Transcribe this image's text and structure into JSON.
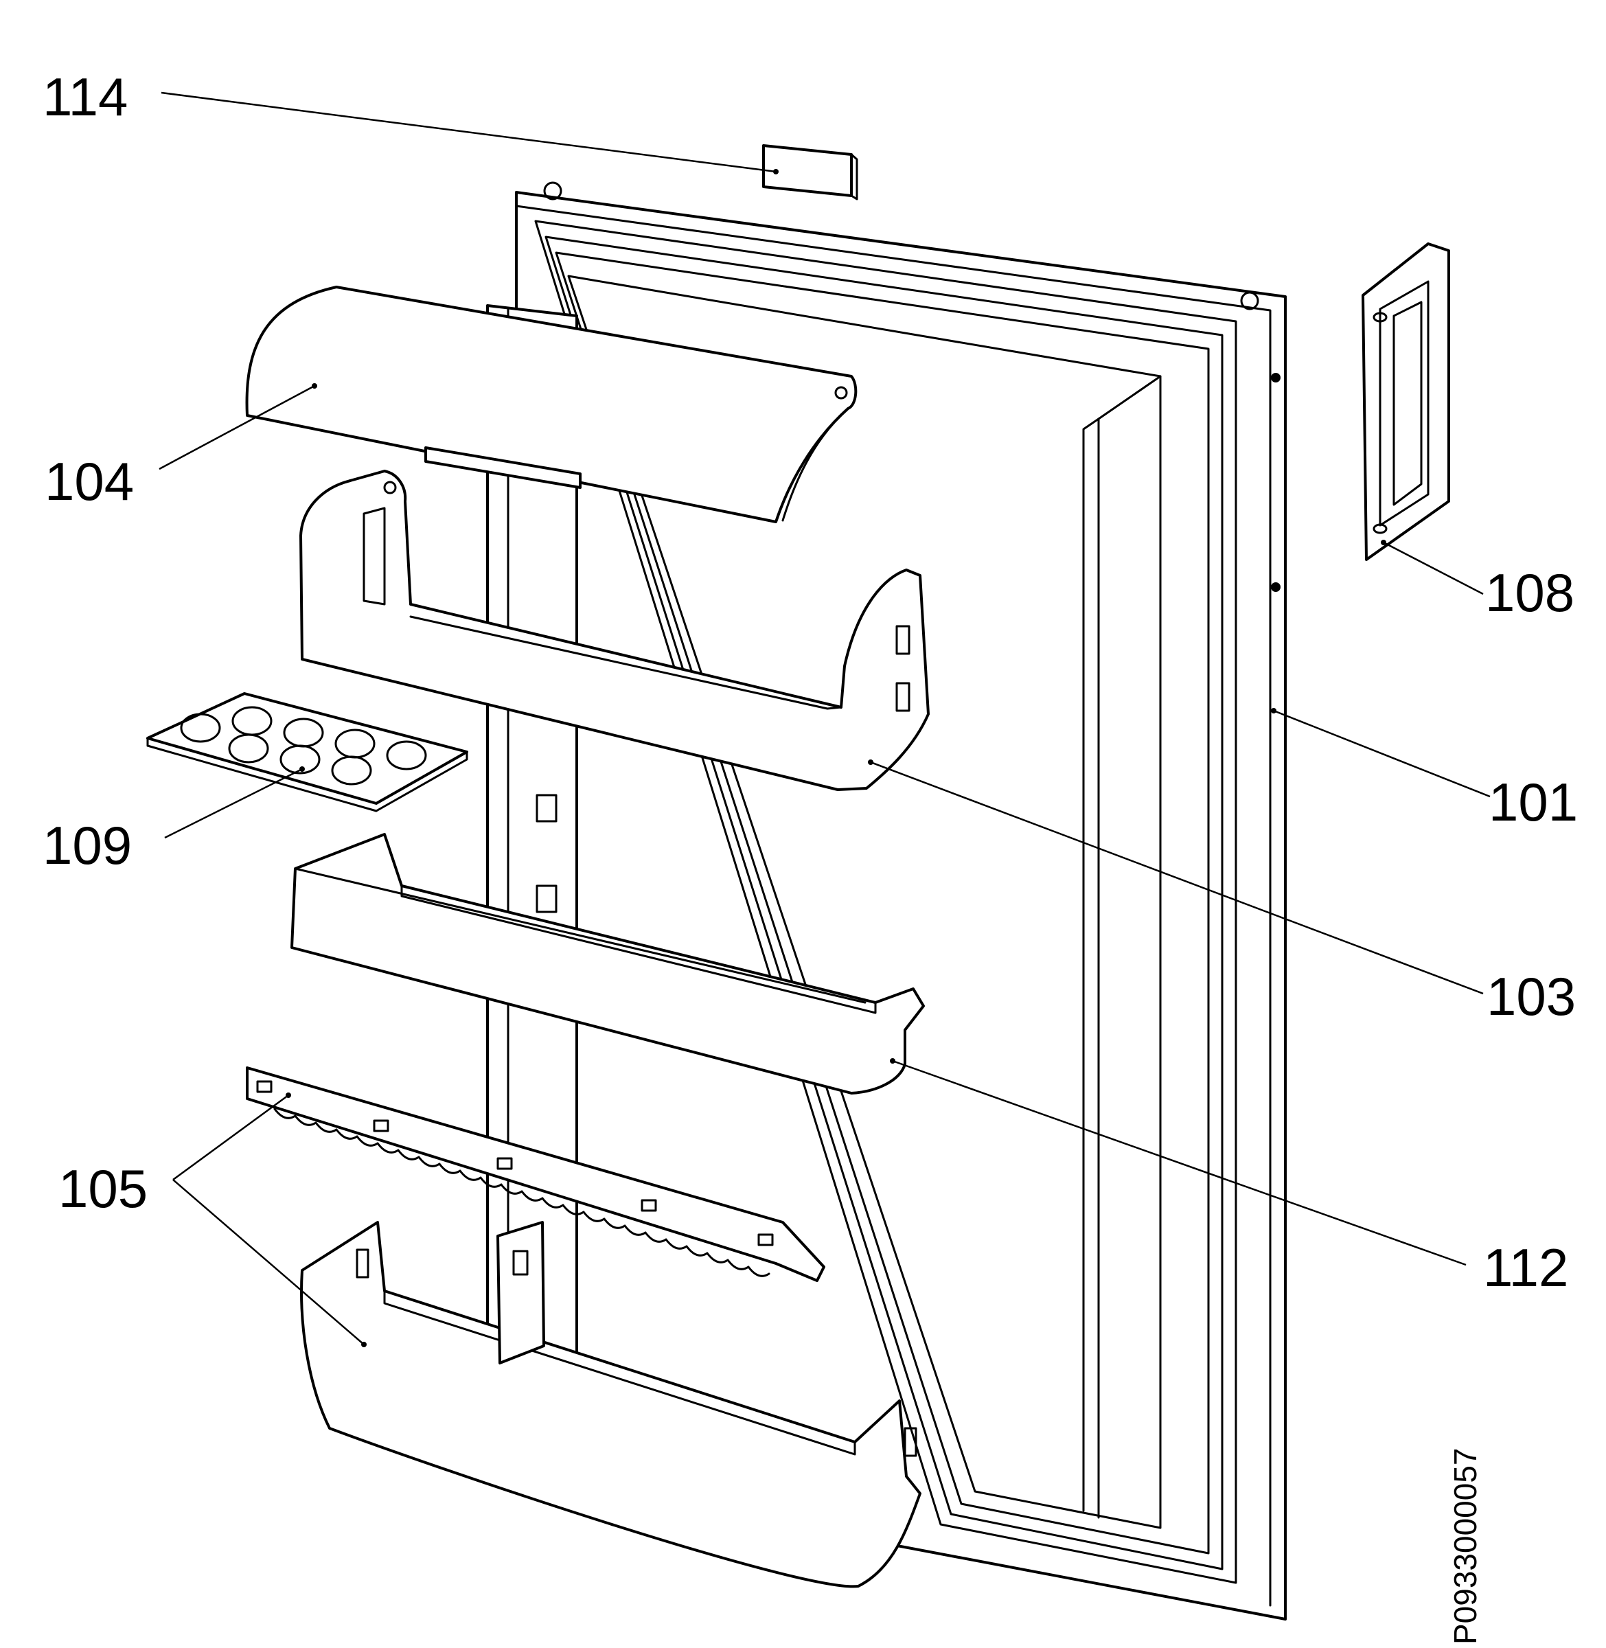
{
  "callouts": {
    "c114": "114",
    "c104": "104",
    "c109": "109",
    "c105": "105",
    "c108": "108",
    "c101": "101",
    "c103": "103",
    "c112": "112"
  },
  "drawing_code": "P0933000057"
}
